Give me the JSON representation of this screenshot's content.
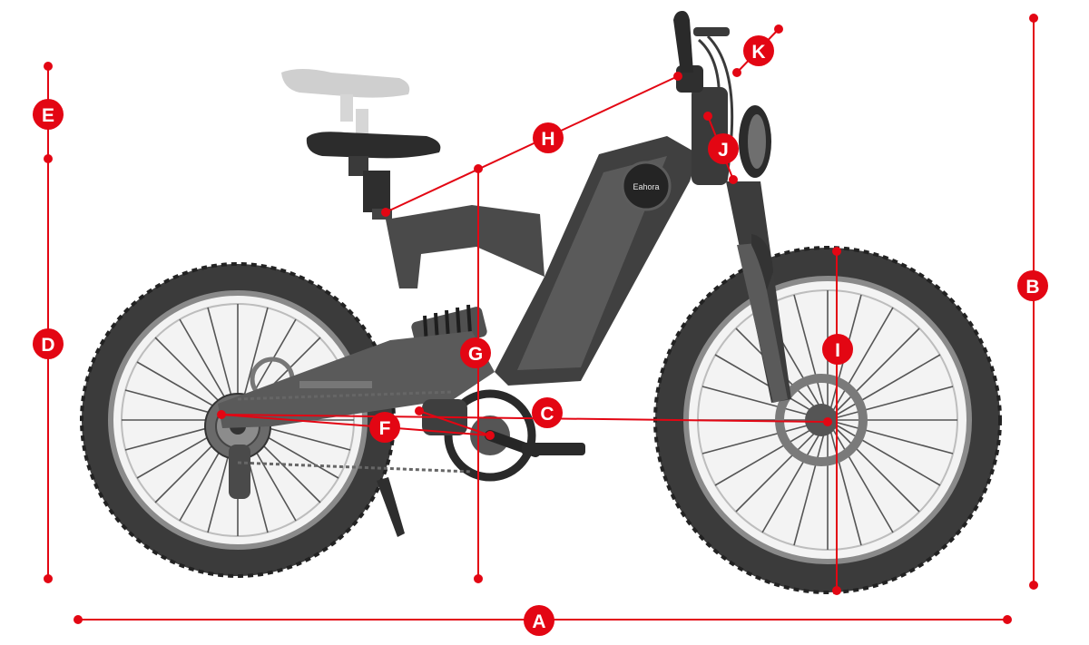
{
  "accent_color": "#e30613",
  "bike_tone": "#555555",
  "illustration": {
    "subject": "electric bike side view",
    "brand_mark": "Eahora"
  },
  "dimension_labels": {
    "A": "A",
    "B": "B",
    "C": "C",
    "D": "D",
    "E": "E",
    "F": "F",
    "G": "G",
    "H": "H",
    "I": "I",
    "J": "J",
    "K": "K"
  }
}
